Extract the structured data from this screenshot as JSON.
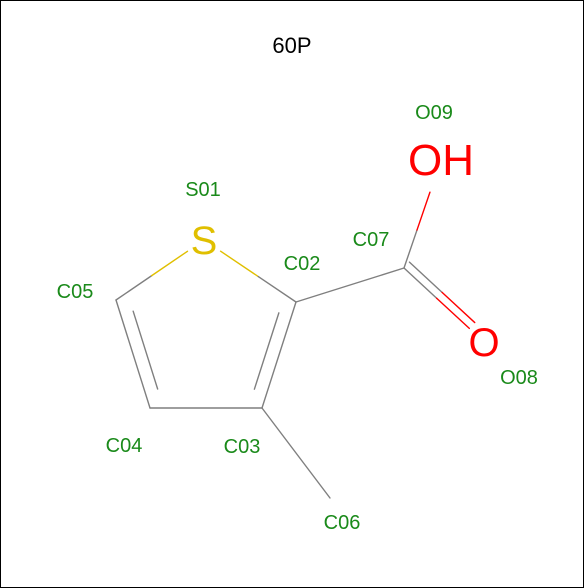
{
  "title": "60P",
  "colors": {
    "label": "#1a8a1a",
    "bond": "#7f7f7f",
    "sulfur": "#e0bf00",
    "oxygen": "#ff0000",
    "border": "#000000"
  },
  "atoms": [
    {
      "id": "S01",
      "label": "S01",
      "symbol": "S",
      "element": "sulfur"
    },
    {
      "id": "C02",
      "label": "C02",
      "symbol": "",
      "element": "carbon"
    },
    {
      "id": "C03",
      "label": "C03",
      "symbol": "",
      "element": "carbon"
    },
    {
      "id": "C04",
      "label": "C04",
      "symbol": "",
      "element": "carbon"
    },
    {
      "id": "C05",
      "label": "C05",
      "symbol": "",
      "element": "carbon"
    },
    {
      "id": "C06",
      "label": "C06",
      "symbol": "",
      "element": "carbon"
    },
    {
      "id": "C07",
      "label": "C07",
      "symbol": "",
      "element": "carbon"
    },
    {
      "id": "O08",
      "label": "O08",
      "symbol": "O",
      "element": "oxygen"
    },
    {
      "id": "O09",
      "label": "O09",
      "symbol": "OH",
      "element": "oxygen"
    }
  ],
  "bonds": [
    {
      "from": "S01",
      "to": "C02",
      "order": 1
    },
    {
      "from": "C02",
      "to": "C03",
      "order": 2
    },
    {
      "from": "C03",
      "to": "C04",
      "order": 1
    },
    {
      "from": "C04",
      "to": "C05",
      "order": 2
    },
    {
      "from": "C05",
      "to": "S01",
      "order": 1
    },
    {
      "from": "C03",
      "to": "C06",
      "order": 1
    },
    {
      "from": "C02",
      "to": "C07",
      "order": 1
    },
    {
      "from": "C07",
      "to": "O08",
      "order": 2
    },
    {
      "from": "C07",
      "to": "O09",
      "order": 1
    }
  ]
}
